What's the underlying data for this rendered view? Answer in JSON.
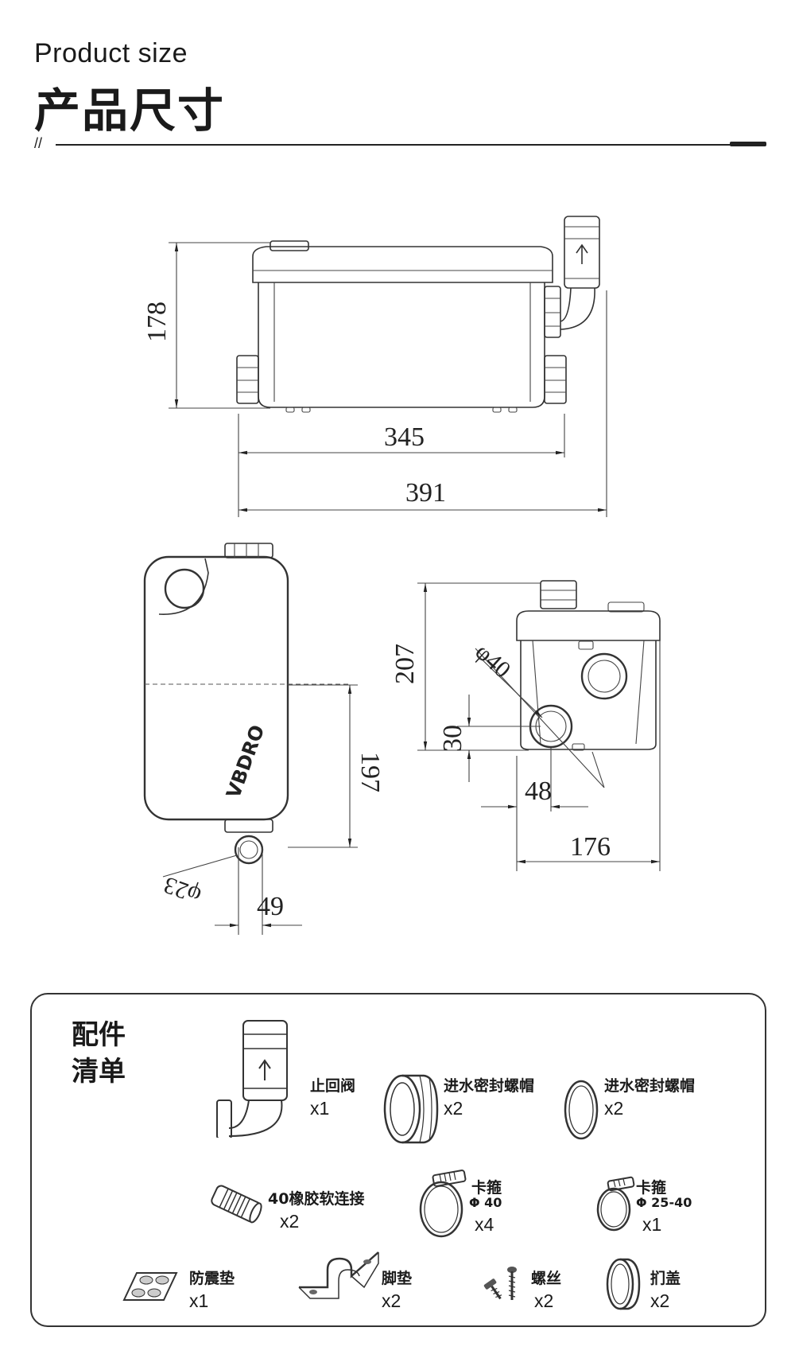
{
  "header": {
    "title_en": "Product size",
    "title_cn": "产品尺寸",
    "rule_mark": "//"
  },
  "dimensions": {
    "front_height": "178",
    "front_inner_width": "345",
    "front_total_width": "391",
    "top_length": "197",
    "top_outlet_dia": "φ23",
    "top_outlet_offset": "49",
    "side_height": "207",
    "side_inlet_dia": "φ40",
    "side_inlet_height": "30",
    "side_inlet_offset": "48",
    "side_width": "176",
    "brand_mark": "VBDRO"
  },
  "accessories": {
    "title_line1": "配件",
    "title_line2": "清单",
    "items": [
      {
        "label": "止回阀",
        "sub": "",
        "qty": "x1"
      },
      {
        "label": "进水密封螺帽",
        "sub": "",
        "qty": "x2"
      },
      {
        "label": "进水密封螺帽",
        "sub": "",
        "qty": "x2"
      },
      {
        "label": "40橡胶软连接",
        "sub": "",
        "qty": "x2"
      },
      {
        "label": "卡箍",
        "sub": "Φ 40",
        "qty": "x4"
      },
      {
        "label": "卡箍",
        "sub": "Φ 25-40",
        "qty": "x1"
      },
      {
        "label": "防震垫",
        "sub": "",
        "qty": "x1"
      },
      {
        "label": "脚垫",
        "sub": "",
        "qty": "x2"
      },
      {
        "label": "螺丝",
        "sub": "",
        "qty": "x2"
      },
      {
        "label": "扪盖",
        "sub": "",
        "qty": "x2"
      }
    ]
  }
}
